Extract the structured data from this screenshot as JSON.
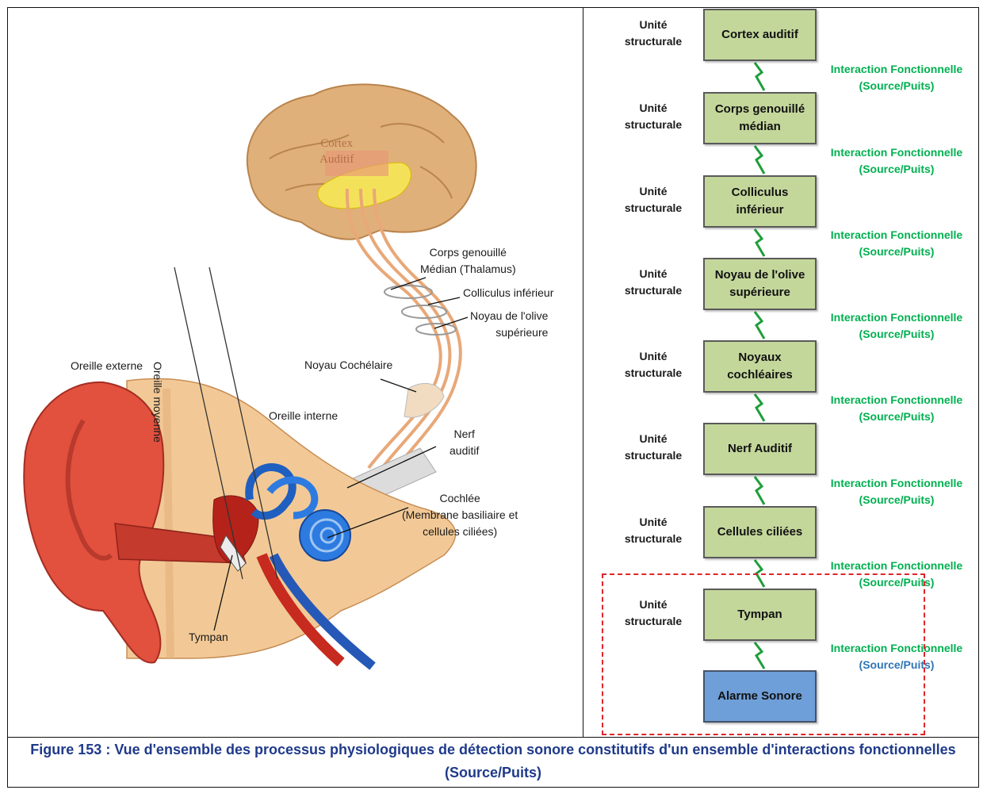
{
  "illustration": {
    "labels": {
      "cortex": "Cortex\nAuditif",
      "corps_genouille": "Corps genouillé\nMédian (Thalamus)",
      "colliculus": "Colliculus inférieur",
      "noyau_olive": "Noyau de l'olive\nsupérieure",
      "oreille_externe": "Oreille externe",
      "oreille_moyenne": "Oreille moyenne",
      "noyau_cochleaire": "Noyau Cochélaire",
      "oreille_interne": "Oreille interne",
      "nerf_auditif": "Nerf\nauditif",
      "cochlee": "Cochlée\n(Membrane basiliaire et\ncellules ciliées)",
      "tympan": "Tympan"
    }
  },
  "chain": {
    "unit_label": "Unité\nstructurale",
    "interaction_line1": "Interaction Fonctionnelle",
    "interaction_line2": "(Source/Puits)",
    "units": [
      "Cortex auditif",
      "Corps genouillé\nmédian",
      "Colliculus\ninférieur",
      "Noyau de l'olive\nsupérieure",
      "Noyaux\ncochléaires",
      "Nerf Auditif",
      "Cellules ciliées",
      "Tympan"
    ],
    "source": "Alarme Sonore"
  },
  "caption": "Figure 153 : Vue d'ensemble des processus physiologiques de détection sonore constitutifs d'un ensemble d'interactions fonctionnelles (Source/Puits)",
  "colors": {
    "unit_box": "#c4d79b",
    "source_box": "#6f9fd8",
    "interaction_text": "#00b050",
    "highlight_frame": "#e0242c",
    "caption_text": "#1f3a8a"
  }
}
